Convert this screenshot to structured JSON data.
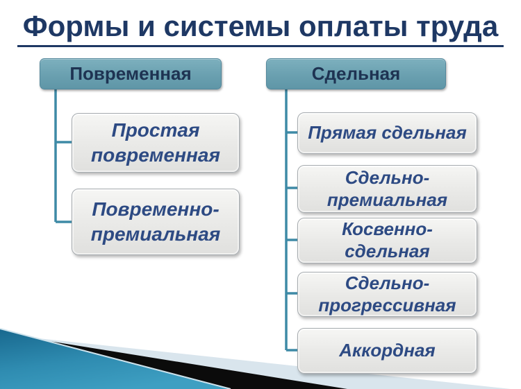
{
  "title": {
    "text": "Формы и системы оплаты труда"
  },
  "colors": {
    "title_navy": "#1e3864",
    "connector_teal": "#3e8aa6",
    "parent_box_teal": "#6aa0b0",
    "child_text_blue": "#2d4a83",
    "decor_teal_dark": "#18688e",
    "decor_teal_light": "#3e9fc2",
    "decor_pale": "#d9e5ed",
    "decor_black": "#0b0b0b"
  },
  "tree": {
    "left": {
      "parent_label": "Повременная",
      "children": [
        {
          "label": "Простая повременная",
          "lines": [
            "Простая",
            "повременная"
          ]
        },
        {
          "label": "Повременно-премиальная",
          "lines": [
            "Повременно-",
            "премиальная"
          ]
        }
      ]
    },
    "right": {
      "parent_label": "Сдельная",
      "children": [
        {
          "label": "Прямая сдельная",
          "lines": [
            "Прямая сдельная"
          ]
        },
        {
          "label": "Сдельно-премиальная",
          "lines": [
            "Сдельно-",
            "премиальная"
          ]
        },
        {
          "label": "Косвенно-сдельная",
          "lines": [
            "Косвенно-",
            "сдельная"
          ]
        },
        {
          "label": "Сдельно-прогрессивная",
          "lines": [
            "Сдельно-",
            "прогрессивная"
          ]
        },
        {
          "label": "Аккордная",
          "lines": [
            "Аккордная"
          ]
        }
      ]
    }
  }
}
